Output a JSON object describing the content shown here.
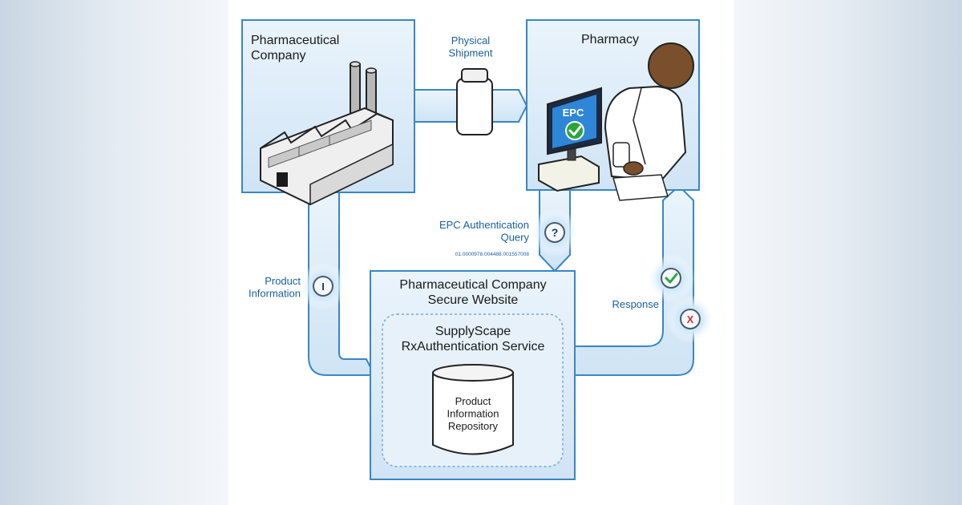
{
  "boxes": {
    "pharma_company": "Pharmaceutical\nCompany",
    "pharmacy": "Pharmacy",
    "secure_website": "Pharmaceutical Company\nSecure Website",
    "service": "SupplyScape\nRxAuthentication Service",
    "repository": "Product\nInformation\nRepository"
  },
  "flows": {
    "physical_shipment": "Physical\nShipment",
    "epc_query": "EPC Authentication\nQuery",
    "epc_code": "01.0000978.004488.001557008",
    "product_information": "Product\nInformation",
    "response": "Response"
  },
  "monitor": {
    "screen_text": "EPC"
  },
  "badges": {
    "question": "?",
    "info": "I",
    "reject": "X"
  },
  "colors": {
    "box_stroke": "#3a86c4",
    "box_fill": "#dcecf8",
    "label_blue": "#1a5f9e",
    "dark_text": "#1a1a1a",
    "check_green": "#2aa53a",
    "reject_red": "#d23030"
  }
}
